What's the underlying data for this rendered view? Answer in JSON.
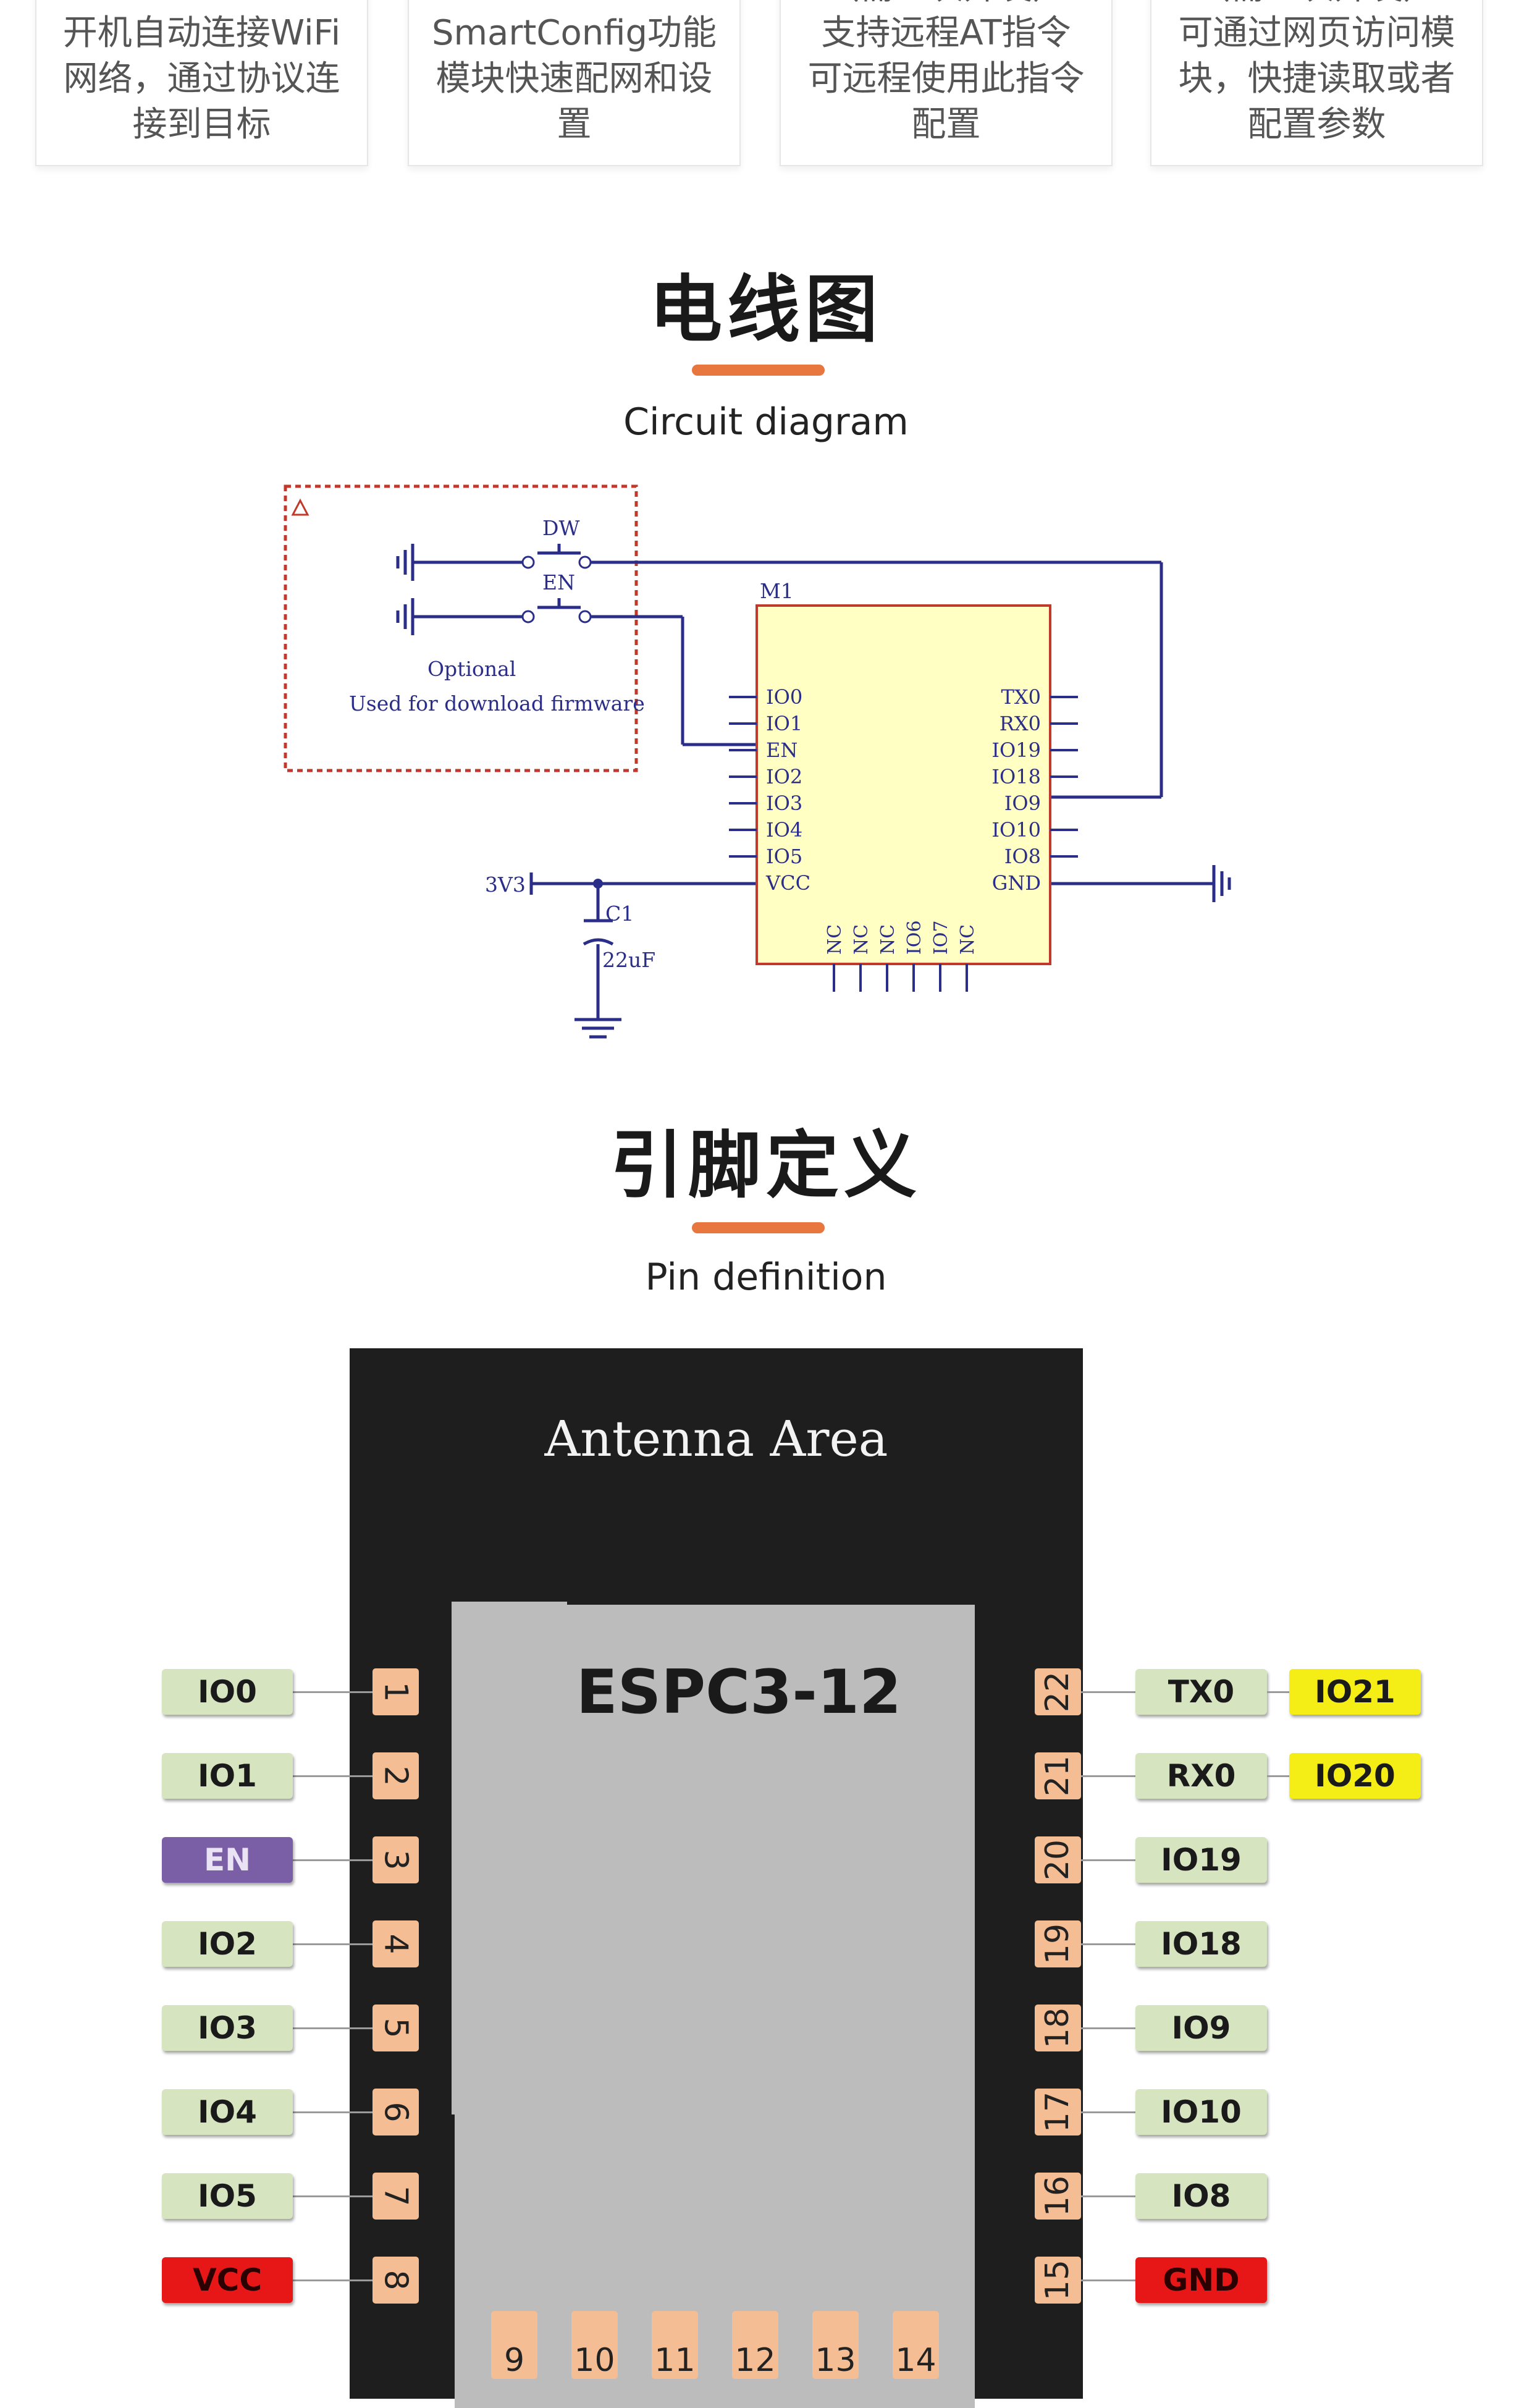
{
  "cards": [
    {
      "text": "开机自动连接WiFi\n网络，通过协议连\n接到目标"
    },
    {
      "text": "SmartConfig功能\n模块快速配网和设\n置"
    },
    {
      "text": "（需二次开发）\n支持远程AT指令\n可远程使用此指令\n配置"
    },
    {
      "text": "（需二次开发）\n可通过网页访问模\n块，快捷读取或者\n配置参数"
    }
  ],
  "circuit_section": {
    "title": "电线图",
    "subtitle": "Circuit diagram"
  },
  "circuit": {
    "optional_line1": "Optional",
    "optional_line2": "Used for download firmware",
    "dw": "DW",
    "en_switch": "EN",
    "module": "M1",
    "left_pins": [
      "IO0",
      "IO1",
      "EN",
      "IO2",
      "IO3",
      "IO4",
      "IO5",
      "VCC"
    ],
    "right_pins": [
      "TX0",
      "RX0",
      "IO19",
      "IO18",
      "IO9",
      "IO10",
      "IO8",
      "GND"
    ],
    "bottom_pins": [
      "NC",
      "NC",
      "NC",
      "IO6",
      "IO7",
      "NC"
    ],
    "supply": "3V3",
    "cap": "C1",
    "cap_value": "22uF"
  },
  "pin_section": {
    "title": "引脚定义",
    "subtitle": "Pin definition"
  },
  "module": {
    "antenna": "Antenna Area",
    "chip": "ESPC3-12",
    "left": [
      {
        "n": "1",
        "label": "IO0",
        "style": "green"
      },
      {
        "n": "2",
        "label": "IO1",
        "style": "green"
      },
      {
        "n": "3",
        "label": "EN",
        "style": "purple"
      },
      {
        "n": "4",
        "label": "IO2",
        "style": "green"
      },
      {
        "n": "5",
        "label": "IO3",
        "style": "green"
      },
      {
        "n": "6",
        "label": "IO4",
        "style": "green"
      },
      {
        "n": "7",
        "label": "IO5",
        "style": "green"
      },
      {
        "n": "8",
        "label": "VCC",
        "style": "red"
      }
    ],
    "right": [
      {
        "n": "22",
        "label": "TX0",
        "style": "green",
        "alt": "IO21"
      },
      {
        "n": "21",
        "label": "RX0",
        "style": "green",
        "alt": "IO20"
      },
      {
        "n": "20",
        "label": "IO19",
        "style": "green"
      },
      {
        "n": "19",
        "label": "IO18",
        "style": "green"
      },
      {
        "n": "18",
        "label": "IO9",
        "style": "green"
      },
      {
        "n": "17",
        "label": "IO10",
        "style": "green"
      },
      {
        "n": "16",
        "label": "IO8",
        "style": "green"
      },
      {
        "n": "15",
        "label": "GND",
        "style": "red"
      }
    ],
    "bottom": [
      "9",
      "10",
      "11",
      "12",
      "13",
      "14"
    ]
  },
  "colors": {
    "accent": "#e8763f",
    "green_label": "#d7e4c0",
    "purple_label": "#7a5fa6",
    "red_label": "#e81717",
    "yellow_label": "#f5ee16",
    "pin_pad": "#f4bd93",
    "module_bg": "#1e1e1e",
    "chip_die": "#bcbcbc",
    "schematic_wire": "#2b2e88",
    "schematic_red": "#c0392b",
    "schematic_chip": "#ffffc4"
  }
}
